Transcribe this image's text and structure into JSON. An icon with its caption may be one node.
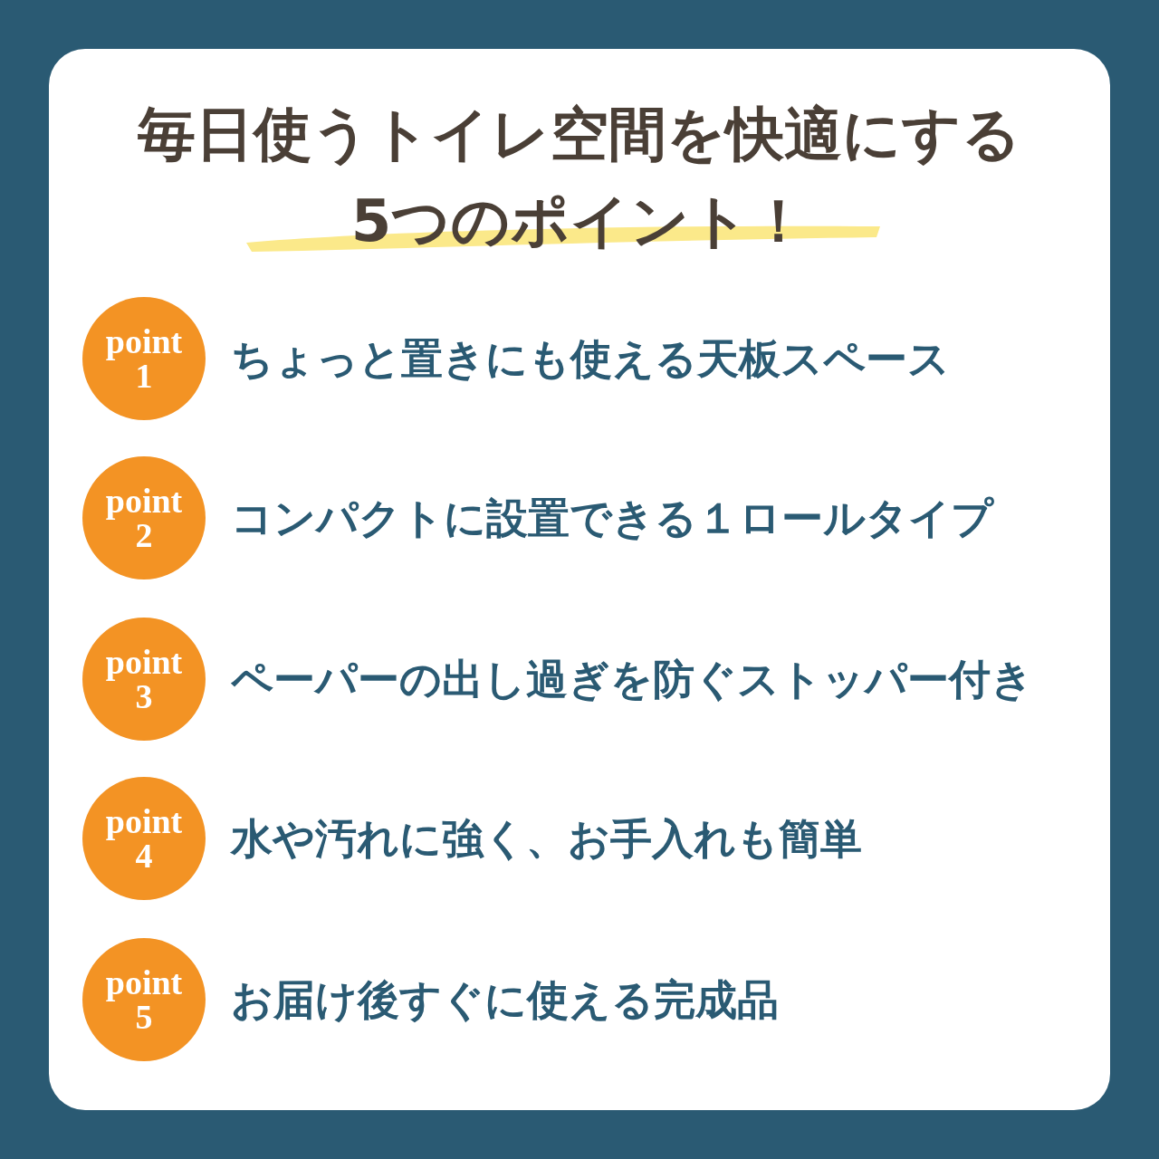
{
  "diagram": {
    "title": "毎日使うトイレ空間を快適にする5つのポイント！",
    "nodes": [
      {
        "text": [
          "point 1"
        ],
        "beside": [
          "ちょっと置きにも使える天板スペース"
        ]
      },
      {
        "text": [
          "point 2"
        ],
        "beside": [
          "コンパクトに設置できる１ロールタイプ"
        ]
      },
      {
        "text": [
          "point 3"
        ],
        "beside": [
          "ペーパーの出し過ぎを防ぐストッパー付き"
        ]
      },
      {
        "text": [
          "point 4"
        ],
        "beside": [
          "水や汚れに強く、お手入れも簡単"
        ]
      },
      {
        "text": [
          "point 5"
        ],
        "beside": [
          "お届け後すぐに使える完成品"
        ]
      }
    ]
  }
}
